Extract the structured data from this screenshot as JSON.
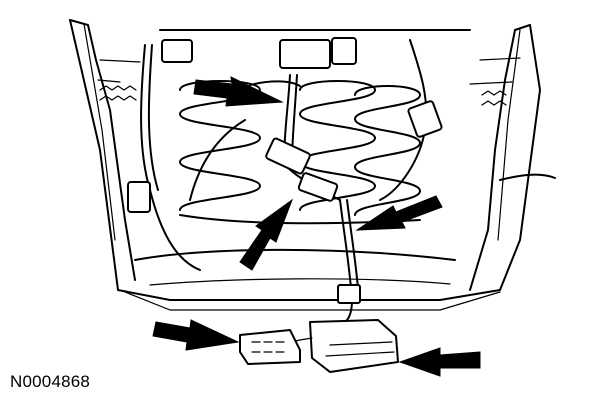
{
  "figure": {
    "id_label": "N0004868",
    "arrows": [
      {
        "name": "arrow-top-left",
        "direction": "down-right"
      },
      {
        "name": "arrow-center",
        "direction": "up-right"
      },
      {
        "name": "arrow-right",
        "direction": "left"
      },
      {
        "name": "arrow-bottom-left",
        "direction": "right"
      },
      {
        "name": "arrow-bottom-right",
        "direction": "left"
      }
    ]
  }
}
